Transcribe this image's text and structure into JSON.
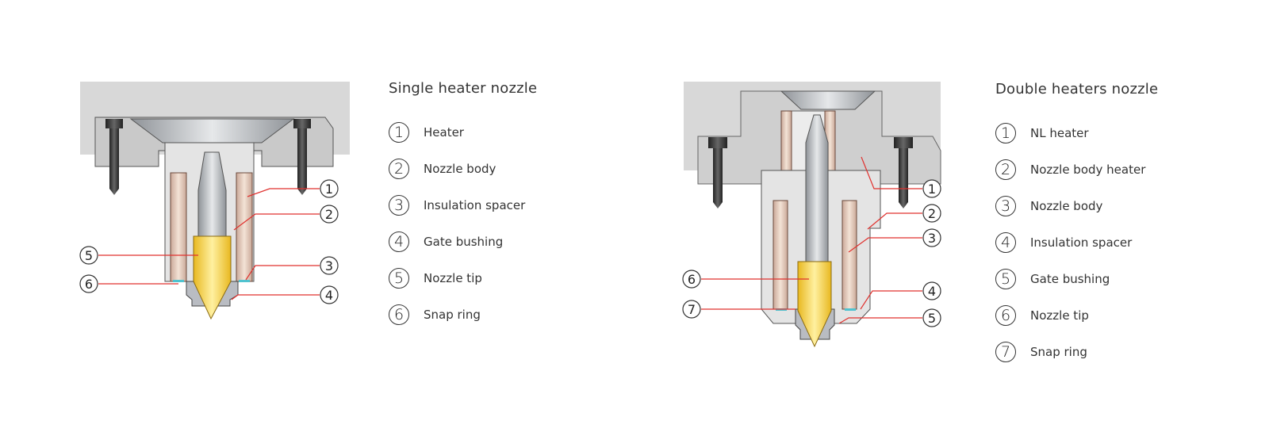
{
  "left": {
    "title": "Single heater nozzle",
    "items": [
      {
        "n": "1",
        "label": "Heater"
      },
      {
        "n": "2",
        "label": "Nozzle body"
      },
      {
        "n": "3",
        "label": "Insulation spacer"
      },
      {
        "n": "4",
        "label": "Gate bushing"
      },
      {
        "n": "5",
        "label": "Nozzle tip"
      },
      {
        "n": "6",
        "label": "Snap ring"
      }
    ]
  },
  "right": {
    "title": "Double heaters nozzle",
    "items": [
      {
        "n": "1",
        "label": "NL heater"
      },
      {
        "n": "2",
        "label": "Nozzle body heater"
      },
      {
        "n": "3",
        "label": "Nozzle body"
      },
      {
        "n": "4",
        "label": "Insulation spacer"
      },
      {
        "n": "5",
        "label": "Gate bushing"
      },
      {
        "n": "6",
        "label": "Nozzle tip"
      },
      {
        "n": "7",
        "label": "Snap ring"
      }
    ]
  },
  "colors": {
    "leader": "#e0322f",
    "tip": "#f2c832",
    "plate": "#d6d6d6",
    "heater": "#e3cbbb"
  }
}
